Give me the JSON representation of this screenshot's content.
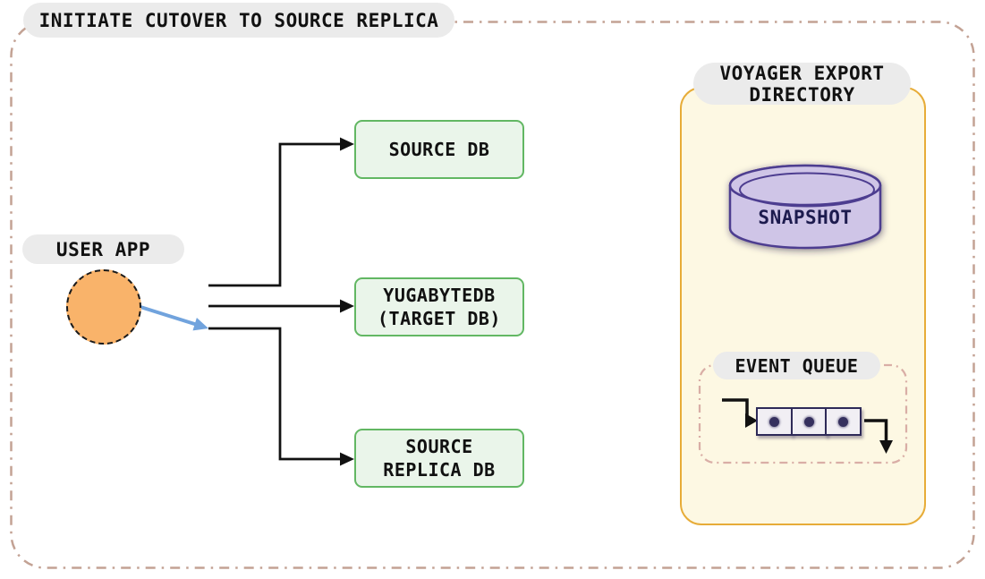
{
  "title": "INITIATE CUTOVER TO SOURCE REPLICA",
  "user_app": {
    "label": "USER APP"
  },
  "databases": {
    "source_db": "SOURCE DB",
    "target_db_line1": "YUGABYTEDB",
    "target_db_line2": "(TARGET DB)",
    "replica_db_line1": "SOURCE",
    "replica_db_line2": "REPLICA DB"
  },
  "voyager": {
    "label_line1": "VOYAGER EXPORT",
    "label_line2": "DIRECTORY",
    "snapshot_label": "SNAPSHOT",
    "event_queue": {
      "label": "EVENT QUEUE",
      "cell_count": 3
    }
  },
  "colors": {
    "main_border": "#c3a294",
    "queue_border": "#d9aea6",
    "green_box_fill": "#eaf5ea",
    "green_box_border": "#62b763",
    "circle_fill": "#f9b36a",
    "blue_arrow": "#71a3dd",
    "yellow_fill": "#fdf8e3",
    "yellow_border": "#e7ac38",
    "cylinder_fill": "#cfc5e7",
    "cylinder_stroke": "#4d3e90",
    "pill_fill": "#ebebeb",
    "connector": "#111111"
  }
}
